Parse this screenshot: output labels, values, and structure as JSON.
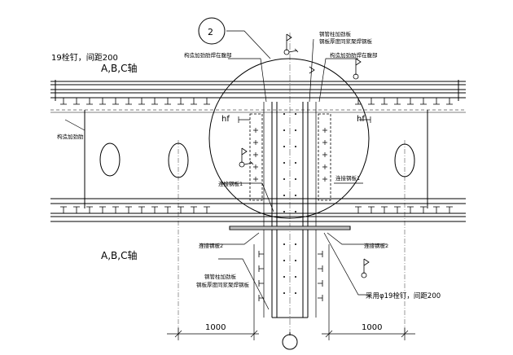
{
  "detail_number": "2",
  "labels": {
    "stud_note_top_left": "19栓钉，间距200",
    "axis_top": "A,B,C轴",
    "axis_bottom": "A,B,C轴",
    "hf_left": "hf",
    "hf_right": "hf",
    "stud_note_bottom_right": "采用φ19栓钉，间距200"
  },
  "notes": {
    "stiffener_plate_top_1": "钢管柱加劲板",
    "stiffener_plate_top_2": "钢板厚度同浆聚焊钢板",
    "stiffener_left": "构造加劲肋焊在腹部",
    "stiffener_right": "构造加劲肋焊在腹部",
    "web_stiffener": "构造加劲肋",
    "connect_plate_1": "连接钢板1",
    "connect_plate_1_right": "连接钢板1",
    "connect_plate_2_left": "连接钢板2",
    "connect_plate_2_right": "连接钢板2",
    "stiffener_bottom_1": "钢管柱加劲板",
    "stiffener_bottom_2": "钢板厚度同浆聚焊钢板"
  },
  "dimensions": {
    "left": "1000",
    "right": "1000"
  }
}
